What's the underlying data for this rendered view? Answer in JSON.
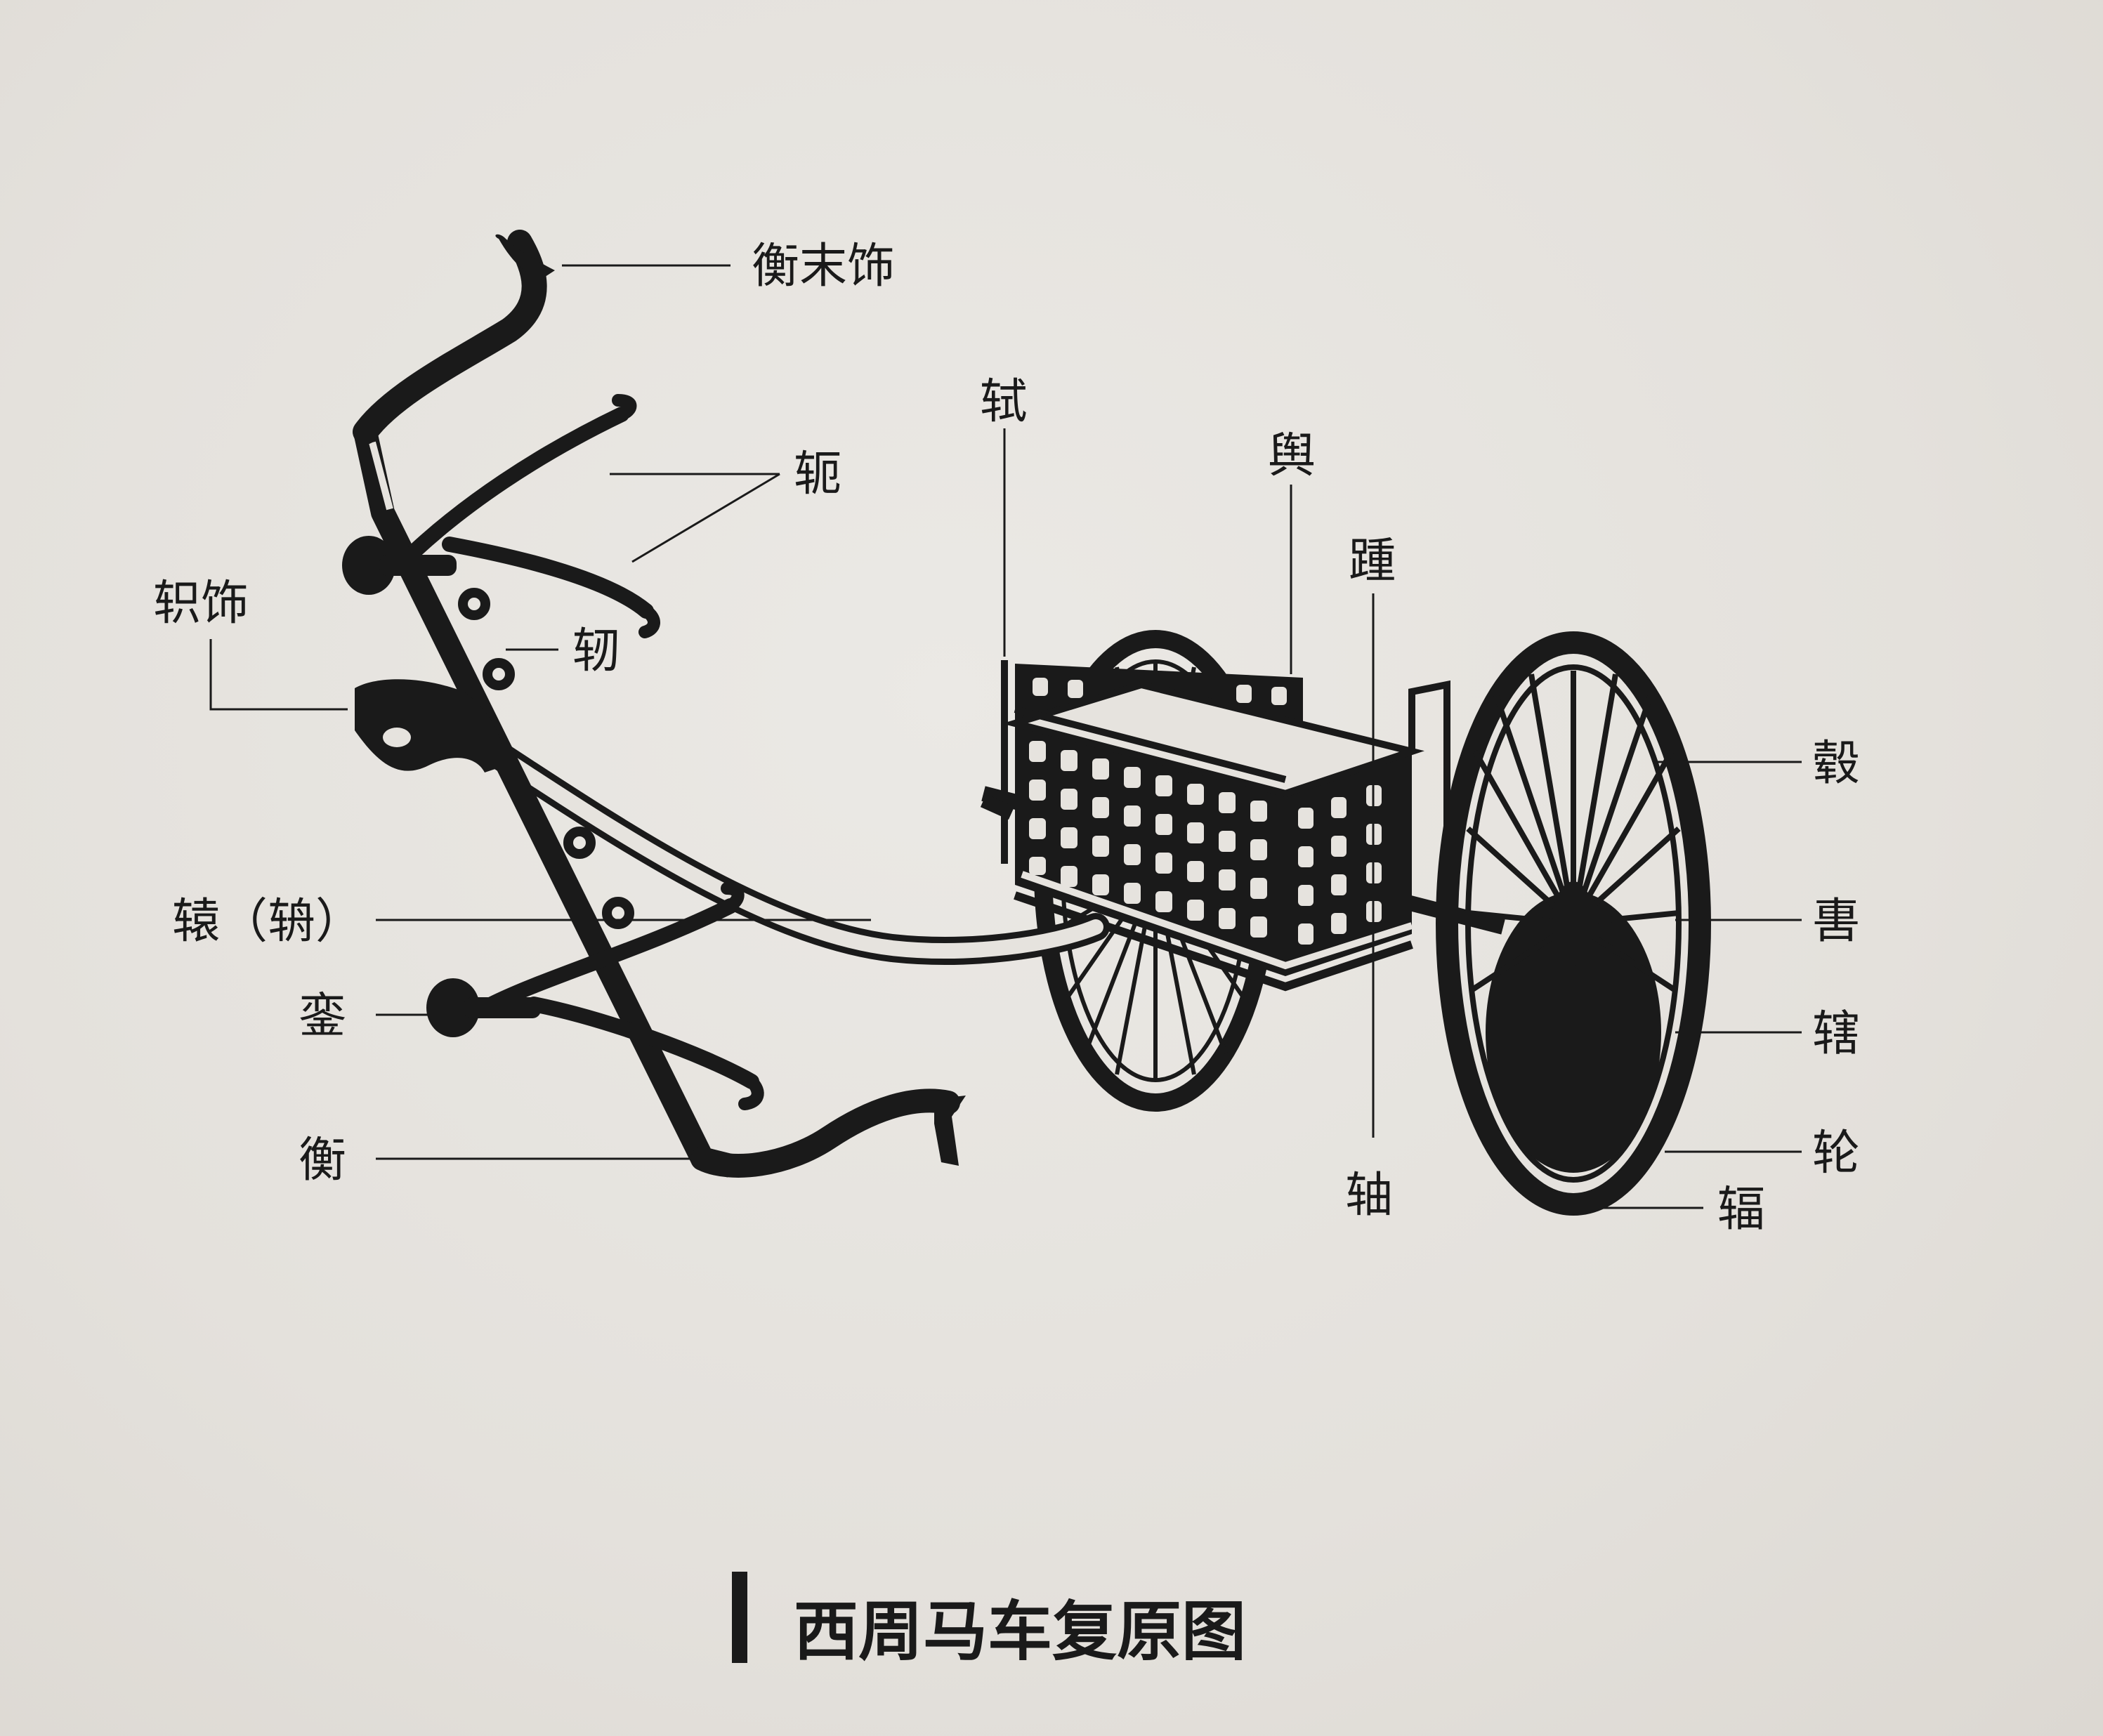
{
  "labels": {
    "heng_mo_shi": "衡末饰",
    "e": "轭",
    "gui_shi": "轵饰",
    "ren": "轫",
    "yuan": "辕（辀）",
    "luan": "銮",
    "heng": "衡",
    "shi": "轼",
    "yu": "舆",
    "zhong": "踵",
    "gu": "毂",
    "wei": "軎",
    "xia": "辖",
    "lun": "轮",
    "zhou": "轴",
    "fu": "辐"
  },
  "caption": "西周马车复原图",
  "colors": {
    "ink": "#1a1a1a",
    "background": "#e6e3de"
  }
}
